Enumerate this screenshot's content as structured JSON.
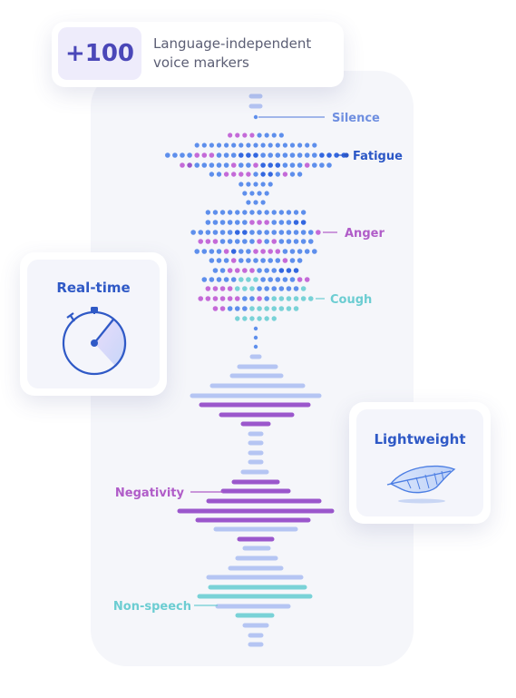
{
  "header": {
    "badge": "+100",
    "text_line1": "Language-independent",
    "text_line2": "voice markers"
  },
  "cards": {
    "realtime": "Real-time",
    "lightweight": "Lightweight"
  },
  "labels": {
    "silence": "Silence",
    "fatigue": "Fatigue",
    "anger": "Anger",
    "cough": "Cough",
    "negativity": "Negativity",
    "nonspeech": "Non-speech"
  },
  "colors": {
    "light": "#b5c5f3",
    "blue": "#5e8fec",
    "dark": "#3367e0",
    "purple": "#c46ad8",
    "dpurple": "#9b57cc",
    "teal": "#79d2d7",
    "label_blue": "#6f8fe0",
    "label_dark": "#2b57c6",
    "label_purple": "#b05cc8",
    "label_teal": "#6ccdd2"
  },
  "icons": [
    "stopwatch-icon",
    "feather-icon"
  ]
}
